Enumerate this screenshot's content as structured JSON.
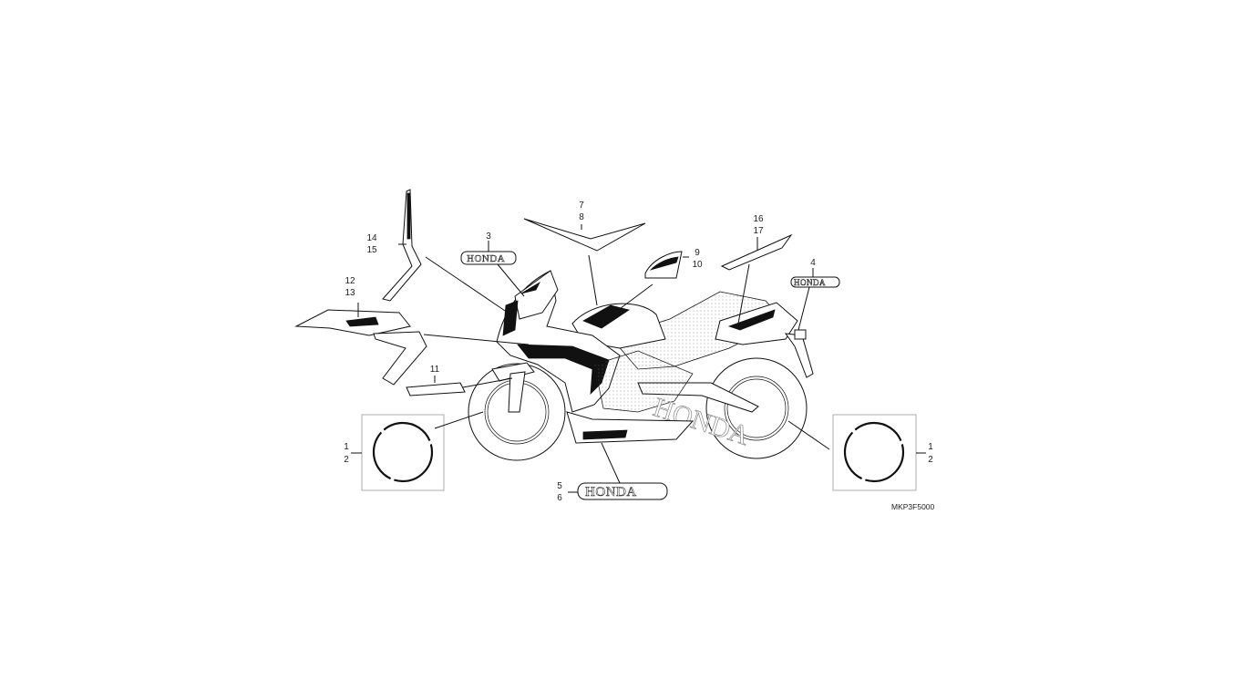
{
  "diagram": {
    "drawing_code": "MKP3F5000",
    "logo_word": "HONDA",
    "callouts": [
      {
        "id": "c14",
        "lines": [
          "14",
          "15"
        ]
      },
      {
        "id": "c12",
        "lines": [
          "12",
          "13"
        ]
      },
      {
        "id": "c3",
        "lines": [
          "3"
        ]
      },
      {
        "id": "c7",
        "lines": [
          "7",
          "8"
        ]
      },
      {
        "id": "c9",
        "lines": [
          "9",
          "10"
        ]
      },
      {
        "id": "c16",
        "lines": [
          "16",
          "17"
        ]
      },
      {
        "id": "c4",
        "lines": [
          "4"
        ]
      },
      {
        "id": "c11",
        "lines": [
          "11"
        ]
      },
      {
        "id": "c1l",
        "lines": [
          "1",
          "2"
        ]
      },
      {
        "id": "c1r",
        "lines": [
          "1",
          "2"
        ]
      },
      {
        "id": "c5",
        "lines": [
          "5",
          "6"
        ]
      }
    ]
  }
}
